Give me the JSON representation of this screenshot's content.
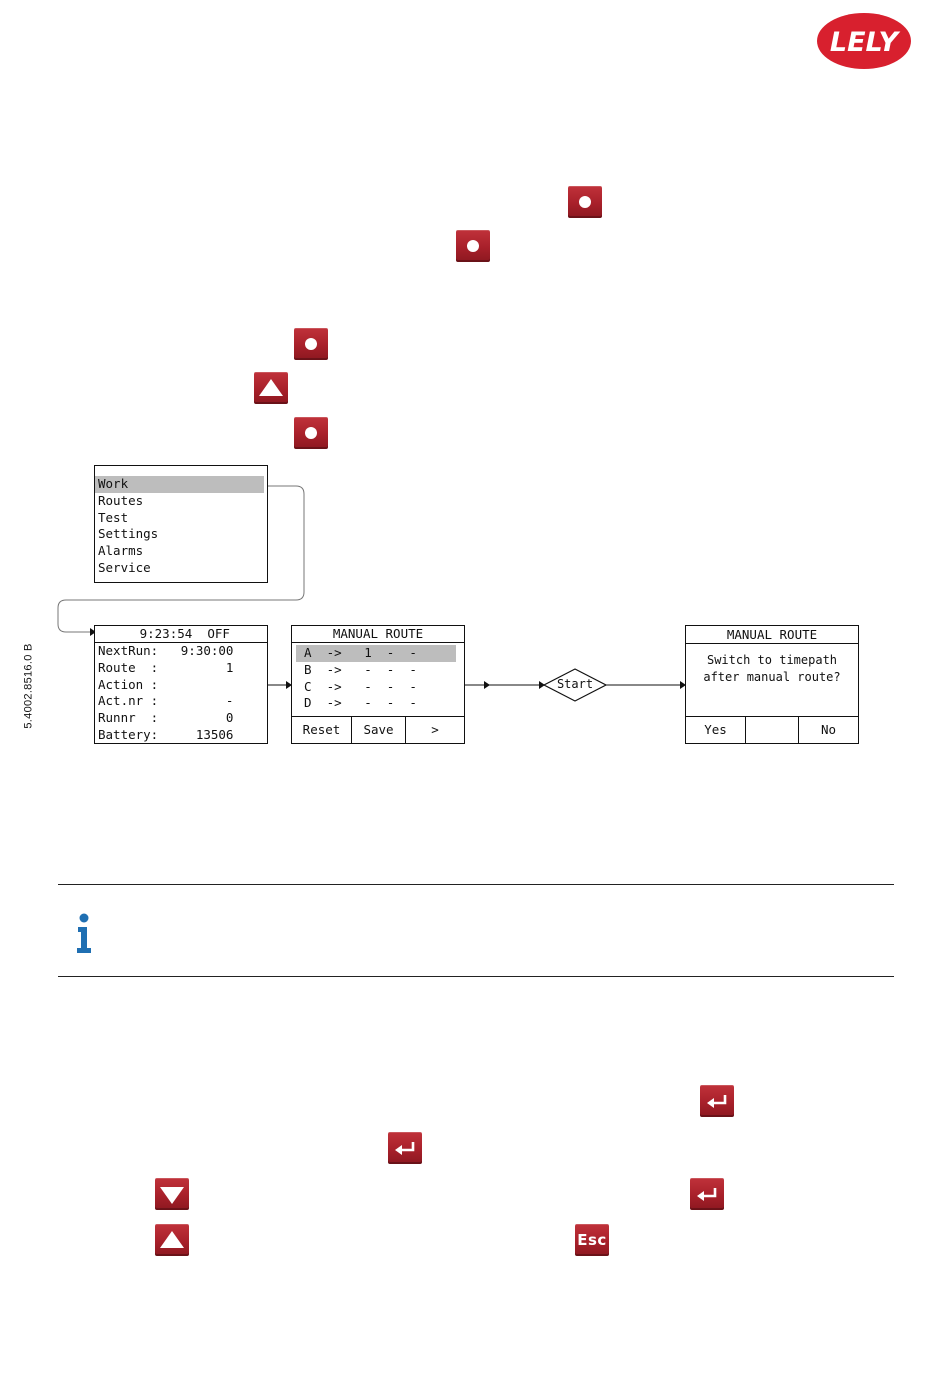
{
  "brand": {
    "logo_text": "LELY",
    "color": "#d8202e"
  },
  "doc_code": "5.4002.8516.0 B",
  "keys": {
    "ok": "ok-button-icon",
    "up": "arrow-up-button-icon",
    "down": "arrow-down-button-icon",
    "enter": "enter-button-icon",
    "esc_label": "Esc",
    "key_color": "#a8202a"
  },
  "menu": {
    "items": [
      "Work",
      "Routes",
      "Test",
      "Settings",
      "Alarms",
      "Service"
    ],
    "selected": "Work"
  },
  "status_screen": {
    "title": " 9:23:54  OFF",
    "rows": [
      "NextRun:   9:30:00",
      "Route  :         1",
      "Action :",
      "Act.nr :         -",
      "Runnr  :         0",
      "Battery:     13506"
    ]
  },
  "manual_route_screen": {
    "title": "MANUAL ROUTE",
    "rows": [
      "A  ->   1  -  -",
      "B  ->   -  -  -",
      "C  ->   -  -  -",
      "D  ->   -  -  -"
    ],
    "buttons": [
      "Reset",
      "Save",
      ">"
    ]
  },
  "decision": {
    "label": "Start"
  },
  "confirm_screen": {
    "title": "MANUAL ROUTE",
    "line1": "Switch to timepath",
    "line2": "after manual route?",
    "yes": "Yes",
    "no": "No"
  },
  "info_icon": "info-icon"
}
